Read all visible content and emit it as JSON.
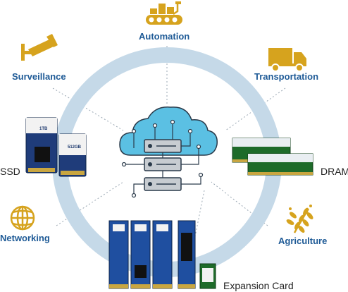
{
  "colors": {
    "ring": "#c5d9e8",
    "label_blue": "#1e5a96",
    "icon_gold": "#d6a31e",
    "cloud_blue": "#5bc0e3",
    "server_gray": "#c7ccd1"
  },
  "labels": {
    "automation": "Automation",
    "transportation": "Transportation",
    "surveillance": "Surveillance",
    "ssd": "SSD",
    "dram": "DRAM",
    "networking": "Networking",
    "agriculture": "Agriculture",
    "expansion_card": "Expansion Card"
  },
  "icons": {
    "automation": "conveyor-icon",
    "transportation": "truck-icon",
    "surveillance": "security-camera-icon",
    "networking": "globe-icon",
    "agriculture": "wheat-icon",
    "center": "cloud-server-icon"
  },
  "ssd_cards": {
    "left_title": "1TB",
    "right_title": "512GB"
  }
}
